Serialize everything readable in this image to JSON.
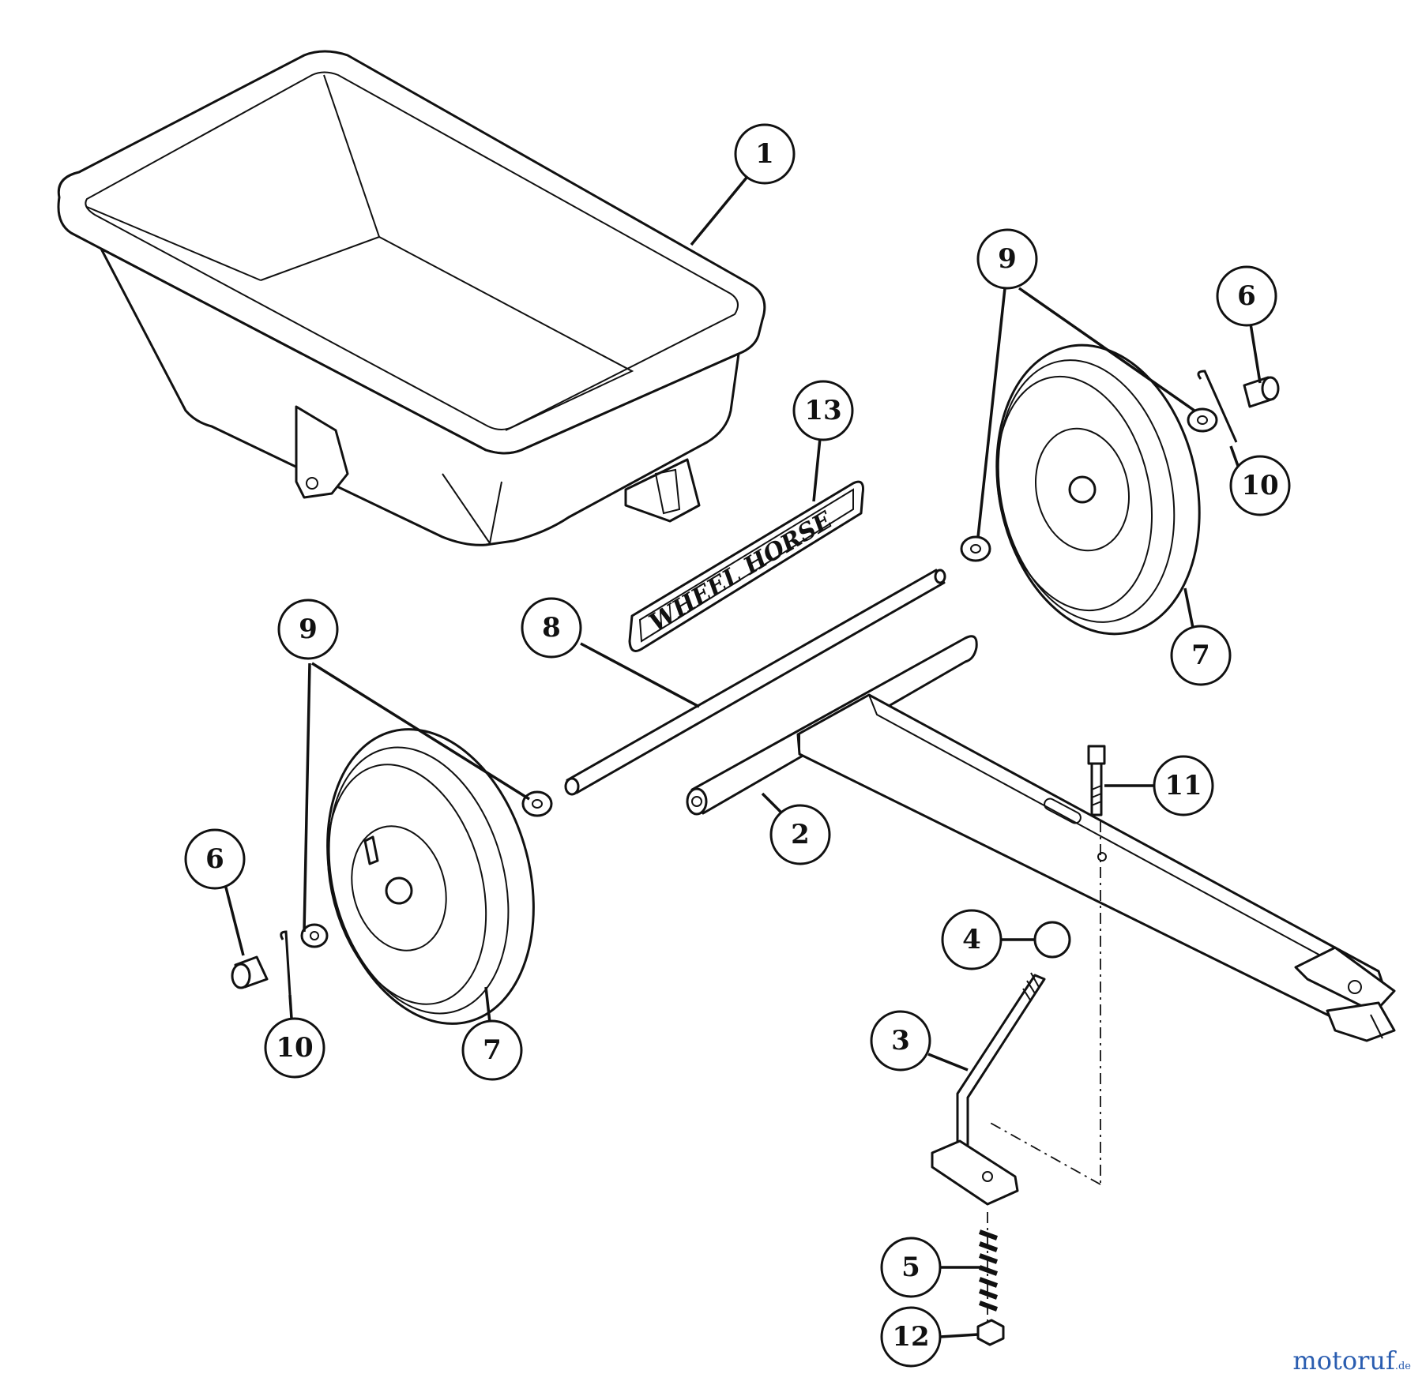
{
  "decal_text": "WHEEL HORSE",
  "callouts": [
    {
      "id": "c1",
      "label": "1"
    },
    {
      "id": "c2",
      "label": "2"
    },
    {
      "id": "c3",
      "label": "3"
    },
    {
      "id": "c4",
      "label": "4"
    },
    {
      "id": "c5",
      "label": "5"
    },
    {
      "id": "c6a",
      "label": "6"
    },
    {
      "id": "c6b",
      "label": "6"
    },
    {
      "id": "c7a",
      "label": "7"
    },
    {
      "id": "c7b",
      "label": "7"
    },
    {
      "id": "c8",
      "label": "8"
    },
    {
      "id": "c9a",
      "label": "9"
    },
    {
      "id": "c9b",
      "label": "9"
    },
    {
      "id": "c10a",
      "label": "10"
    },
    {
      "id": "c10b",
      "label": "10"
    },
    {
      "id": "c11",
      "label": "11"
    },
    {
      "id": "c12",
      "label": "12"
    },
    {
      "id": "c13",
      "label": "13"
    }
  ],
  "watermark": {
    "text": "motoruf",
    "suffix": ".de"
  }
}
